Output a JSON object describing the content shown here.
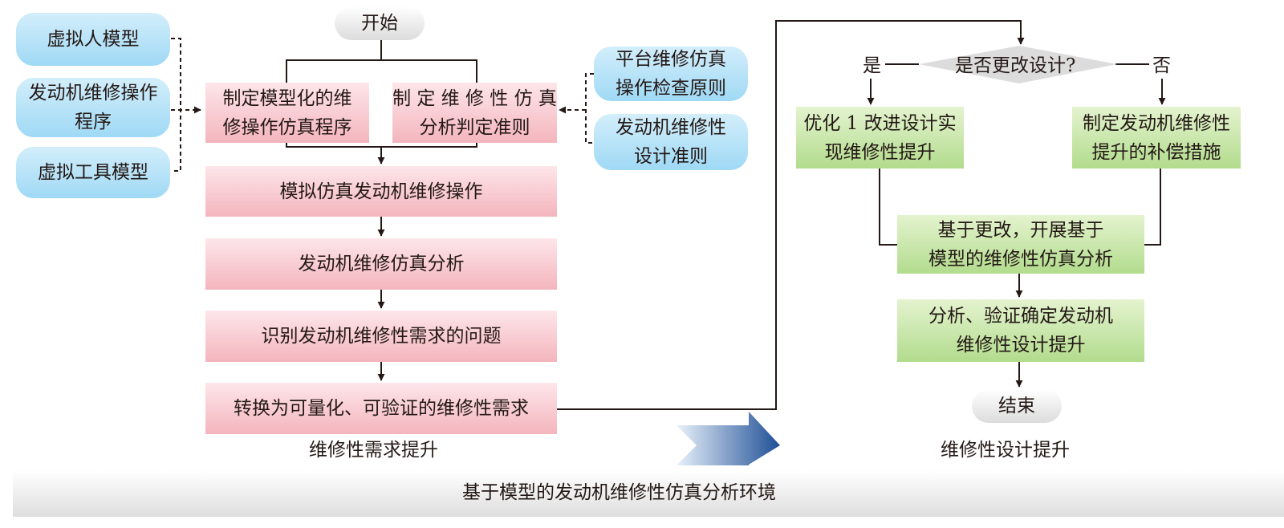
{
  "left_inputs": {
    "human_model": "虚拟人模型",
    "procedure": "发动机维修操作\n程序",
    "tool_model": "虚拟工具模型"
  },
  "right_inputs": {
    "platform_principle": "平台维修仿真\n操作检查原则",
    "design_criteria": "发动机维修性\n设计准则"
  },
  "start": "开始",
  "left_flow": {
    "define_procedure": "制定模型化的维\n修操作仿真程序",
    "define_criteria": "制 定 维 修 性 仿 真\n分析判定准则",
    "simulate": "模拟仿真发动机维修操作",
    "analysis": "发动机维修仿真分析",
    "identify": "识别发动机维修性需求的问题",
    "convert": "转换为可量化、可验证的维修性需求",
    "caption": "维修性需求提升"
  },
  "right_flow": {
    "decision": "是否更改设计?",
    "yes": "是",
    "no": "否",
    "optimize": "优化 1 改进设计实\n现维修性提升",
    "compensate": "制定发动机维修性\n提升的补偿措施",
    "reanalysis": "基于更改，开展基于\n模型的维修性仿真分析",
    "verify": "分析、验证确定发动机\n维修性设计提升",
    "end": "结束",
    "caption": "维修性设计提升"
  },
  "environment_label": "基于模型的发动机维修性仿真分析环境",
  "colors": {
    "blue_box": "#a8dcf5",
    "pink_box": "#f6bcc3",
    "green_box": "#b6de92",
    "arrow_dark": "#17386e",
    "line": "#231815"
  }
}
